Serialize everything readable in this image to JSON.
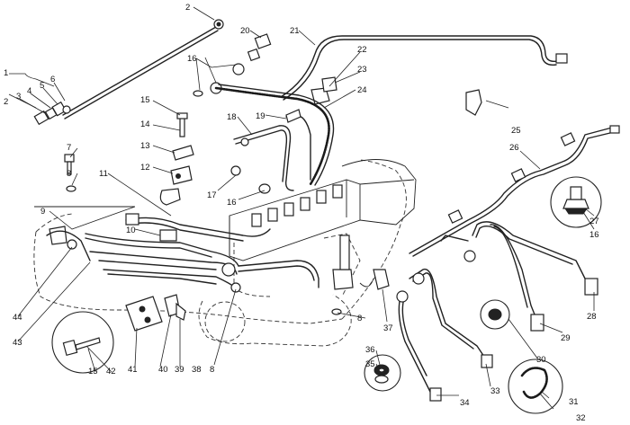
{
  "labels": {
    "l1": "1",
    "l2a": "2",
    "l2b": "2",
    "l3": "3",
    "l4": "4",
    "l5": "5",
    "l6": "6",
    "l7": "7",
    "l8a": "8",
    "l8b": "8",
    "l8c": "8",
    "l9": "9",
    "l10": "10",
    "l11": "11",
    "l12": "12",
    "l13": "13",
    "l14": "14",
    "l15": "15",
    "l16a": "16",
    "l16b": "16",
    "l16c": "16",
    "l17": "17",
    "l18": "18",
    "l19": "19",
    "l20": "20",
    "l21": "21",
    "l22": "22",
    "l23": "23",
    "l24": "24",
    "l25": "25",
    "l26": "26",
    "l27": "27",
    "l28": "28",
    "l29": "29",
    "l30": "30",
    "l31": "31",
    "l32": "32",
    "l33": "33",
    "l34": "34",
    "l35": "35",
    "l36": "36",
    "l37": "37",
    "l38": "38",
    "l39": "39",
    "l40": "40",
    "l41": "41",
    "l42": "42",
    "l43": "43",
    "l44": "44",
    "l15b": "15"
  }
}
